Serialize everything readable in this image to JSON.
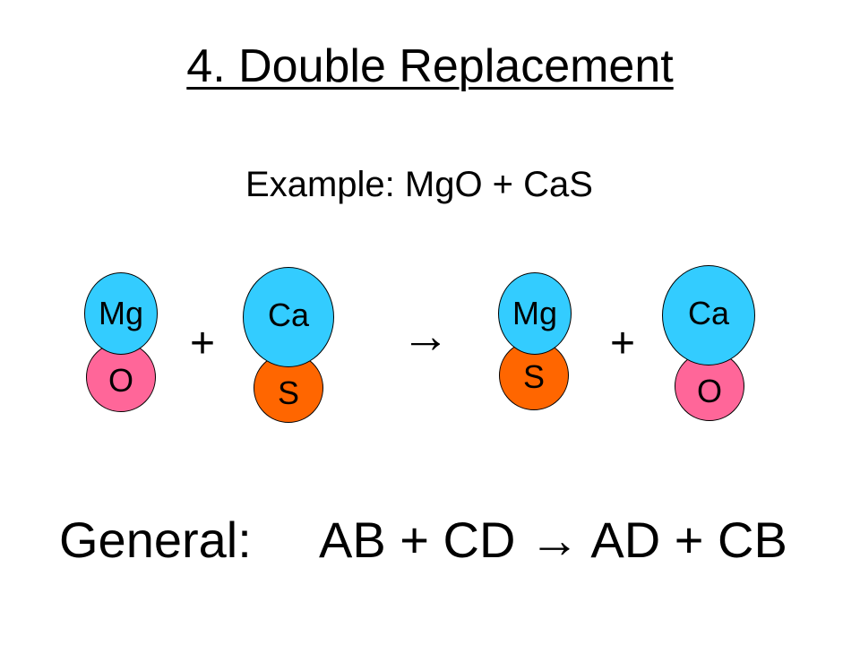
{
  "title": "4. Double Replacement",
  "example": "Example: MgO + CaS",
  "colors": {
    "blue": "#33ccff",
    "pink": "#ff6699",
    "orange": "#ff6600"
  },
  "reactants": [
    {
      "top": "Mg",
      "bottom": "O"
    },
    {
      "top": "Ca",
      "bottom": "S"
    }
  ],
  "products": [
    {
      "top": "Mg",
      "bottom": "S"
    },
    {
      "top": "Ca",
      "bottom": "O"
    }
  ],
  "plus": "+",
  "arrow": "→",
  "general": {
    "label": "General:",
    "equation": "AB + CD → AD + CB"
  }
}
